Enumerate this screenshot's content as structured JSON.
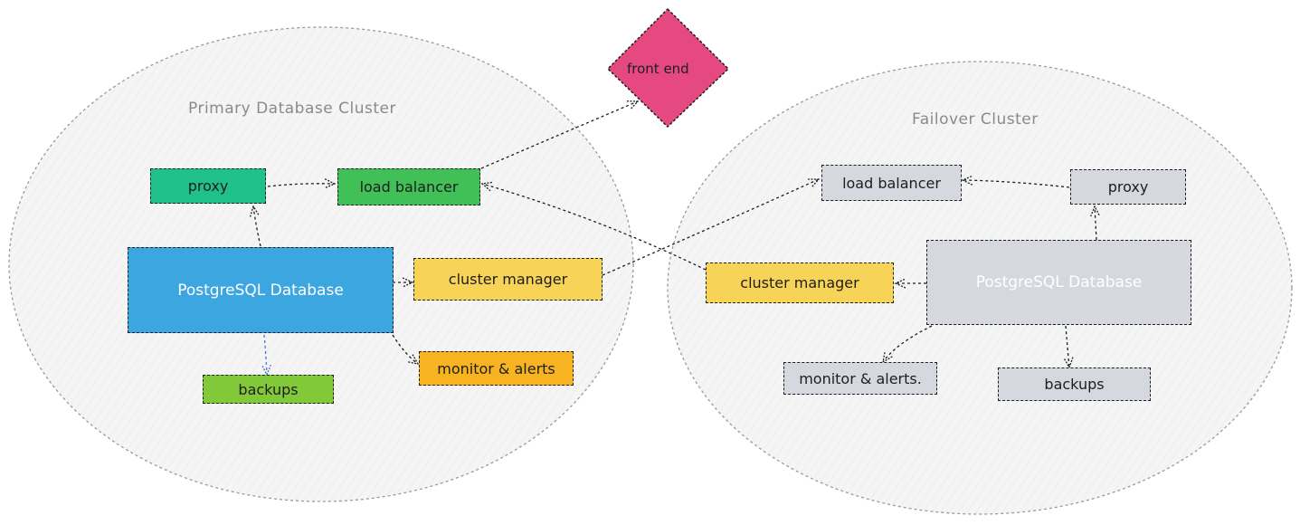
{
  "primary_cluster": {
    "title": "Primary Database Cluster",
    "proxy": "proxy",
    "load_balancer": "load balancer",
    "database": "PostgreSQL Database",
    "cluster_manager": "cluster manager",
    "backups": "backups",
    "monitor": "monitor & alerts"
  },
  "failover_cluster": {
    "title": "Failover Cluster",
    "proxy": "proxy",
    "load_balancer": "load balancer",
    "database": "PostgreSQL Database",
    "cluster_manager": "cluster manager",
    "backups": "backups",
    "monitor": "monitor & alerts."
  },
  "front_end": "front end",
  "colors": {
    "proxy_primary": "#20c08a",
    "load_balancer_primary": "#40c057",
    "database_primary": "#3ca6e0",
    "cluster_manager": "#f7d358",
    "backups_primary": "#82c93a",
    "monitor_primary": "#f8b320",
    "front_end": "#e64980",
    "failover_gray": "#d5d8de",
    "cluster_fill": "#f3f3f3",
    "cluster_stroke": "#9a9a9a"
  }
}
